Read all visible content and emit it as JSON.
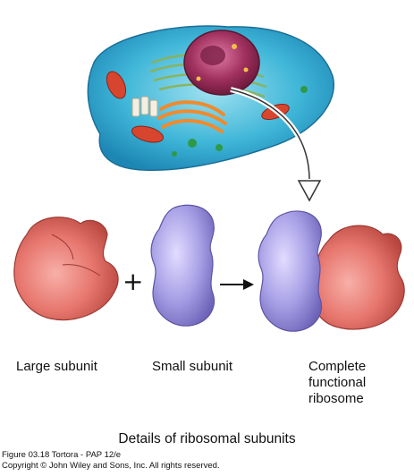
{
  "labels": {
    "large_subunit": "Large subunit",
    "small_subunit": "Small subunit",
    "complete_line1": "Complete",
    "complete_line2": "functional",
    "complete_line3": "ribosome"
  },
  "operators": {
    "plus": "+"
  },
  "caption": {
    "title": "Details of ribosomal subunits",
    "figure": "Figure 03.18  Tortora - PAP 12/e",
    "copyright": "Copyright © John Wiley and Sons, Inc. All rights reserved."
  },
  "colors": {
    "cell_cytoplasm": "#3fb6d8",
    "nucleus": "#a0315e",
    "large_subunit": "#e7776f",
    "small_subunit": "#a8a0e6",
    "arrow": "#222222"
  }
}
